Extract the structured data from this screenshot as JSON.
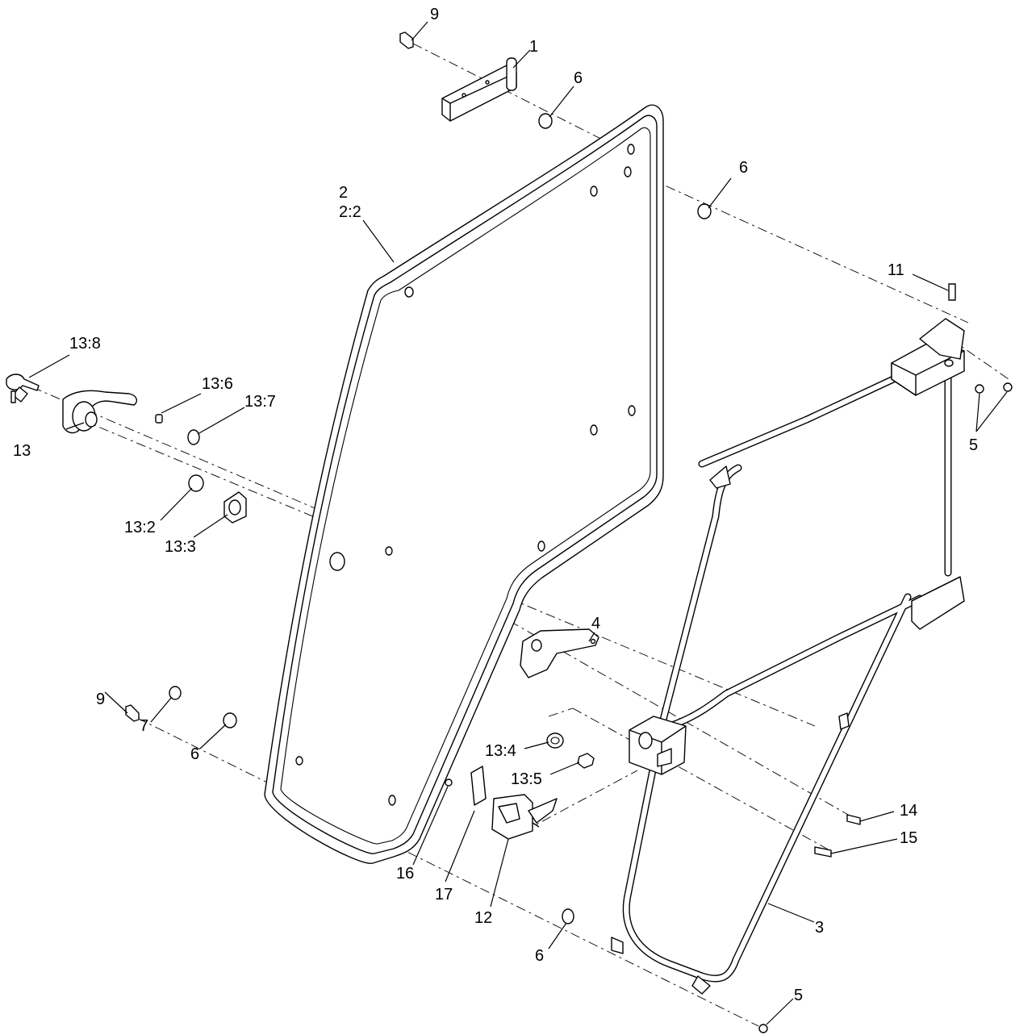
{
  "diagram": {
    "callouts": {
      "c1": "1",
      "c2": "2",
      "c2_2": "2:2",
      "c3": "3",
      "c4": "4",
      "c5_top": "5",
      "c5_bottom": "5",
      "c6_top": "6",
      "c6_mid": "6",
      "c6_left": "6",
      "c6_bottom": "6",
      "c7": "7",
      "c9_top": "9",
      "c9_left": "9",
      "c11": "11",
      "c12": "12",
      "c13": "13",
      "c13_2": "13:2",
      "c13_3": "13:3",
      "c13_4": "13:4",
      "c13_5": "13:5",
      "c13_6": "13:6",
      "c13_7": "13:7",
      "c13_8": "13:8",
      "c14": "14",
      "c15": "15",
      "c16": "16",
      "c17": "17"
    }
  }
}
